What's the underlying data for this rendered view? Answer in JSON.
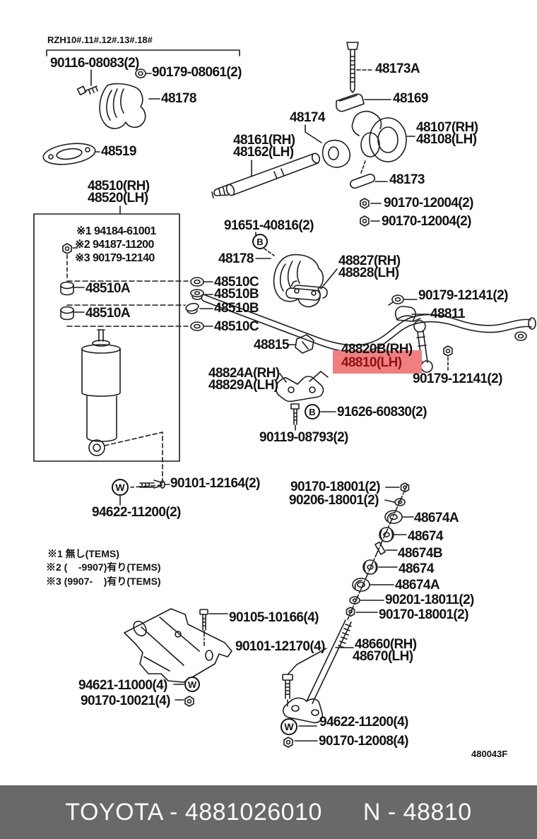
{
  "header": {
    "model_codes": "RZH10#.11#.12#.13#.18#"
  },
  "parts": {
    "n90116_08083": "90116-08083(2)",
    "n90179_08061": "90179-08061(2)",
    "n48178": "48178",
    "n48519": "48519",
    "n48173A": "48173A",
    "n48169": "48169",
    "n48174": "48174",
    "n48161": "48161(RH)",
    "n48162": "48162(LH)",
    "n48107": "48107(RH)",
    "n48108": "48108(LH)",
    "n48173": "48173",
    "n90170_12004": "90170-12004(2)",
    "n48510": "48510(RH)",
    "n48520": "48520(LH)",
    "n91651_40816": "91651-40816(2)",
    "tems_opt1": "※1 94184-61001",
    "tems_opt2": "※2 94187-11200",
    "tems_opt3": "※3 90179-12140",
    "n48510A": "48510A",
    "n48827": "48827(RH)",
    "n48828": "48828(LH)",
    "n48510C": "48510C",
    "n48510B": "48510B",
    "n90179_12141": "90179-12141(2)",
    "n48811": "48811",
    "n48815": "48815",
    "n48820B": "48820B(RH)",
    "n48824A": "48824A(RH)",
    "n48829A": "48829A(LH)",
    "n91626_60830": "91626-60830(2)",
    "n90119_08793": "90119-08793(2)",
    "n90101_12164": "90101-12164(2)",
    "n94622_11200_2": "94622-11200(2)",
    "n90170_18001": "90170-18001(2)",
    "n90206_18001": "90206-18001(2)",
    "n48674A": "48674A",
    "n48674": "48674",
    "n48674B": "48674B",
    "n90201_18011": "90201-18011(2)",
    "n90105_10166": "90105-10166(4)",
    "n90101_12170": "90101-12170(4)",
    "n48660": "48660(RH)",
    "n48670": "48670(LH)",
    "n94621_11000": "94621-11000(4)",
    "n90170_10021": "90170-10021(4)",
    "n94622_11200_4": "94622-11200(4)",
    "n90170_12008": "90170-12008(4)"
  },
  "footnotes": [
    "※1 無し(TEMS)",
    "※2 (    -9907)有り(TEMS)",
    "※3 (9907-    )有り(TEMS)"
  ],
  "symbols": {
    "bolt_b": "B",
    "washer_w": "W"
  },
  "highlight": {
    "part_number": "48810(LH)",
    "background": "#F08080",
    "text_color": "#8E1212"
  },
  "footer": {
    "drawing_code": "480043F",
    "banner_left": "TOYOTA - 4881026010",
    "banner_right": "N - 48810",
    "banner_background": "#696969"
  }
}
